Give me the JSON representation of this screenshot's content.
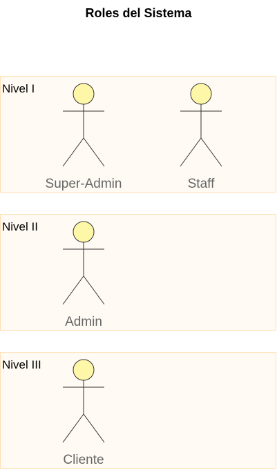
{
  "title": "Roles del Sistema",
  "colors": {
    "level_border": "#ffe0b2",
    "level_fill": "#fffaf3",
    "actor_fill": "#fff7a8",
    "actor_stroke": "#333333",
    "actor_label": "#666666"
  },
  "levels": [
    {
      "label": "Nivel I",
      "actors": [
        {
          "name": "Super-Admin"
        },
        {
          "name": "Staff"
        }
      ]
    },
    {
      "label": "Nivel II",
      "actors": [
        {
          "name": "Admin"
        }
      ]
    },
    {
      "label": "Nivel III",
      "actors": [
        {
          "name": "Cliente"
        }
      ]
    }
  ]
}
